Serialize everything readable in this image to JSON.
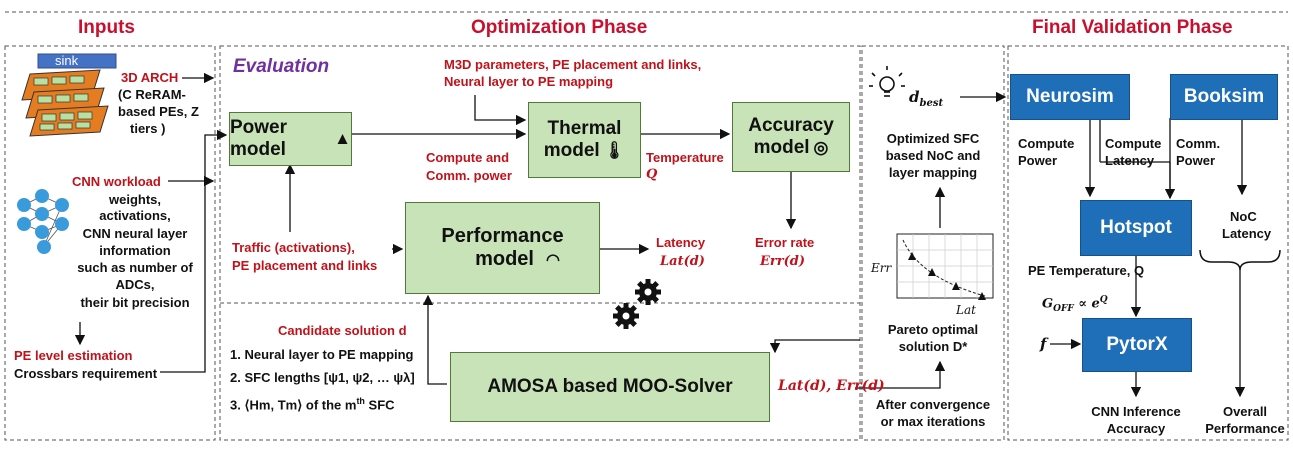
{
  "headers": {
    "inputs": "Inputs",
    "optimization": "Optimization Phase",
    "final": "Final Validation Phase"
  },
  "inputs": {
    "sink": "sink",
    "arch_title": "3D ARCH",
    "arch_body1": "(C ReRAM-",
    "arch_body2": "based PEs, Z",
    "arch_body3": "tiers )",
    "cnn_title": "CNN workload",
    "cnn_lines": [
      "weights,",
      "activations,",
      "CNN neural layer",
      "information",
      "such as number of",
      "ADCs,",
      "their bit precision"
    ],
    "pe_title": "PE level estimation",
    "pe_body": "Crossbars requirement"
  },
  "evaluation": {
    "title": "Evaluation",
    "m3d_lines": [
      "M3D parameters, PE placement and links,",
      "Neural layer to PE mapping"
    ],
    "power_model": "Power model",
    "thermal_model_1": "Thermal",
    "thermal_model_2": "model",
    "accuracy_model_1": "Accuracy",
    "accuracy_model_2": "model",
    "compute_comm_1": "Compute and",
    "compute_comm_2": "Comm. power",
    "temperature": "Temperature",
    "temperature_sym": "Q",
    "traffic_1": "Traffic (activations),",
    "traffic_2": "PE placement and links",
    "perf_model_1": "Performance",
    "perf_model_2": "model",
    "latency": "Latency",
    "latency_sym": "Lat(d)",
    "error_rate": "Error rate",
    "error_sym": "Err(d)"
  },
  "solver": {
    "candidate": "Candidate solution d",
    "item1": "1. Neural layer to PE mapping",
    "item2": "2. SFC lengths [ψ1, ψ2, … ψλ]",
    "item3": "3. ⟨Hm, Tm⟩ of the m",
    "item3_sup": "th",
    "item3_end": " SFC",
    "name": "AMOSA based MOO-Solver",
    "feedback": "Lat(d), Err(d)"
  },
  "pareto": {
    "dbest": "d",
    "dbest_sub": "best",
    "optimized_lines": [
      "Optimized SFC",
      "based NoC and",
      "layer mapping"
    ],
    "err_axis": "Err",
    "lat_axis": "Lat",
    "pareto_lines": [
      "Pareto optimal",
      "solution D*"
    ],
    "after_lines": [
      "After convergence",
      "or max iterations"
    ]
  },
  "final": {
    "neurosim": "Neurosim",
    "booksim": "Booksim",
    "compute_power": [
      "Compute",
      "Power"
    ],
    "compute_latency": [
      "Compute",
      "Latency"
    ],
    "comm_power": [
      "Comm.",
      "Power"
    ],
    "hotspot": "Hotspot",
    "noc_latency": [
      "NoC",
      "Latency"
    ],
    "pe_temp": "PE Temperature, Q",
    "goff": "G",
    "goff_sub": "OFF",
    "goff_rel": " ∝ e",
    "goff_sup": "Q",
    "f_sym": "f",
    "pytorx": "PytorX",
    "cnn_acc": [
      "CNN Inference",
      "Accuracy"
    ],
    "overall": [
      "Overall",
      "Performance"
    ]
  },
  "colors": {
    "header_red": "#c8102e",
    "green_box": "#c9e3b9",
    "blue_box": "#1f6fb8",
    "eval_purple": "#7030a0"
  }
}
